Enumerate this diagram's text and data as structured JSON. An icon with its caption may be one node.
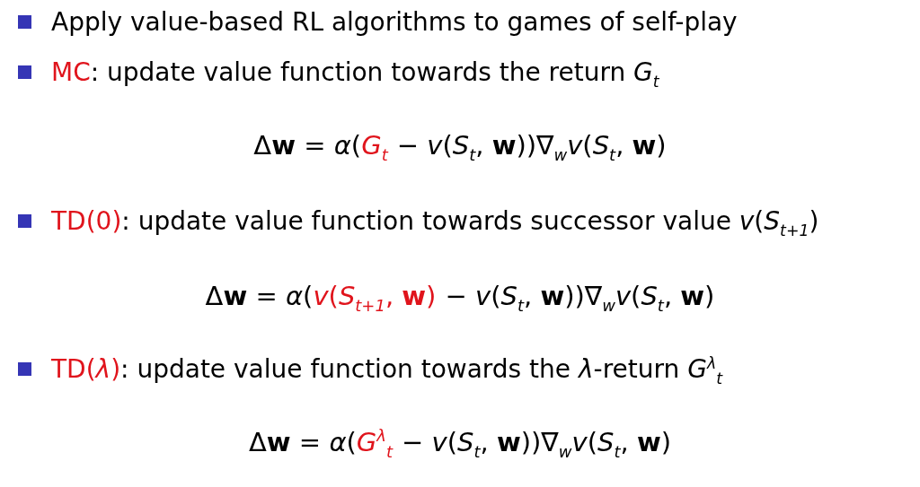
{
  "diagram": {
    "labels": [
      "Apply value-based RL algorithms to games of self-play",
      "MC",
      ": update value function towards the return *G*$_{t}$",
      "Δ**w** = *α*(",
      "*G*$_{t}$",
      "− *v*(*S*$_{t}$, **w**))∇$_{w}$*v*(*S*$_{t}$, **w**)",
      "TD(0)",
      ": update value function towards successor value *v*(*S*$_{t+1}$)",
      "Δ**w** = *α*(",
      "*v*(*S*$_{t+1}$, **w**)",
      "− *v*(*S*$_{t}$, **w**))∇$_{w}$*v*(*S*$_{t}$, **w**)",
      "TD(*λ*)",
      ": update value function towards the *λ*-return *G*$^{λ}$$_{t}$",
      "Δ**w** = *α*(",
      "*G*$^{λ}$$_{t}$",
      "− *v*(*S*$_{t}$, **w**))∇$_{w}$*v*(*S*$_{t}$, **w**)"
    ]
  }
}
